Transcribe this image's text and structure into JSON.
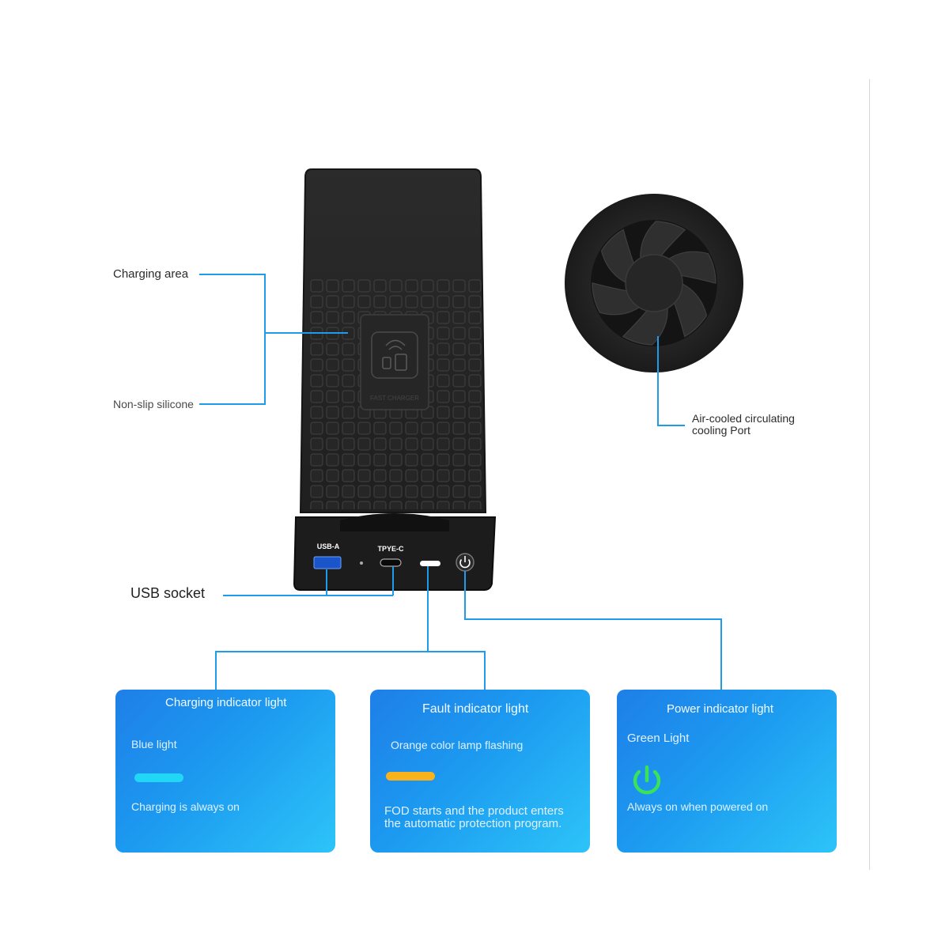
{
  "labels": {
    "charging_area": "Charging area",
    "non_slip": "Non-slip silicone",
    "usb_socket": "USB socket",
    "cooling_port_line1": "Air-cooled circulating",
    "cooling_port_line2": "cooling Port"
  },
  "device": {
    "port_usb_a": "USB-A",
    "port_type_c": "TPYE-C",
    "pad_text": "FAST CHARGER"
  },
  "cards": [
    {
      "title": "Charging indicator light",
      "subtitle": "Blue light",
      "indicator_color": "#20d8f5",
      "description": "Charging is always on"
    },
    {
      "title": "Fault indicator light",
      "subtitle": "Orange color lamp flashing",
      "indicator_color": "#f7b21c",
      "description": "FOD starts and the product enters the automatic protection program."
    },
    {
      "title": "Power indicator light",
      "subtitle": "Green Light",
      "indicator_color": "#39e25a",
      "icon": "power-icon",
      "description": "Always on when powered on"
    }
  ],
  "colors": {
    "leader_line": "#1e9be9",
    "card_gradient_start": "#1e7fe8",
    "card_gradient_end": "#2dc4f8"
  }
}
